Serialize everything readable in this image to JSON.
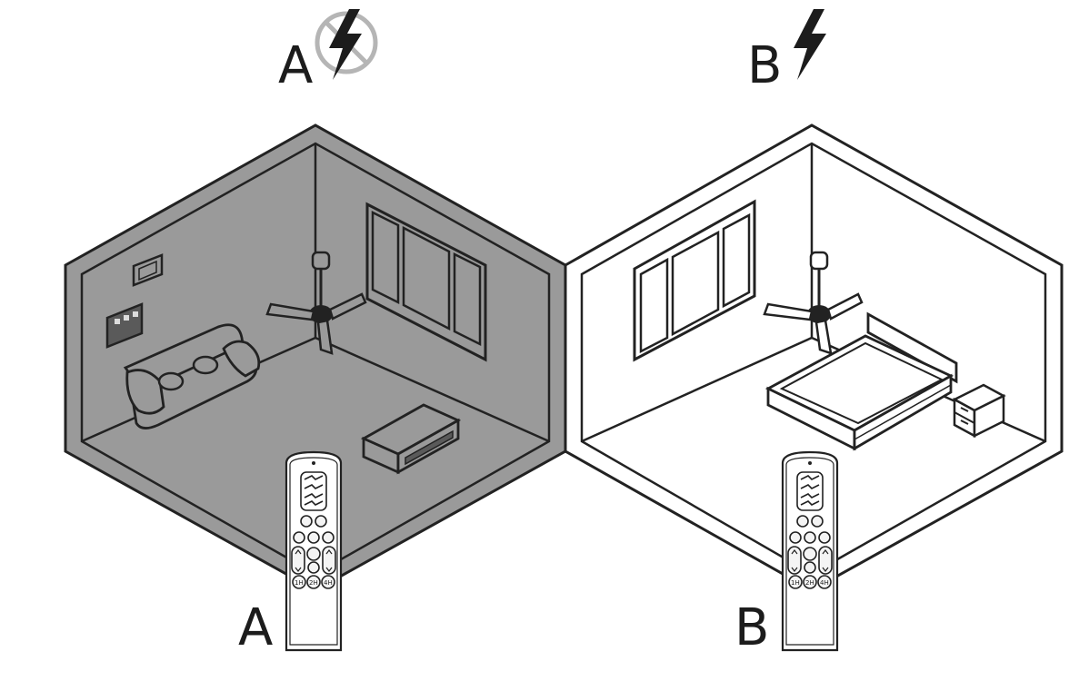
{
  "panels": [
    {
      "id": "A",
      "top_label": "A",
      "bottom_label": "A",
      "power": "off",
      "room": "living-room",
      "wall_fill": "#9a9a9a"
    },
    {
      "id": "B",
      "top_label": "B",
      "bottom_label": "B",
      "power": "on",
      "room": "bedroom",
      "wall_fill": "#ffffff"
    }
  ],
  "icons": {
    "power_on": "lightning-bolt-icon",
    "power_off": "no-power-icon"
  },
  "remote": {
    "timer_buttons": [
      "1H",
      "2H",
      "4H"
    ]
  },
  "colors": {
    "outline": "#222222",
    "room_off_fill": "#9a9a9a",
    "room_on_fill": "#ffffff",
    "prohibited_sign": "#b5b5b5"
  }
}
